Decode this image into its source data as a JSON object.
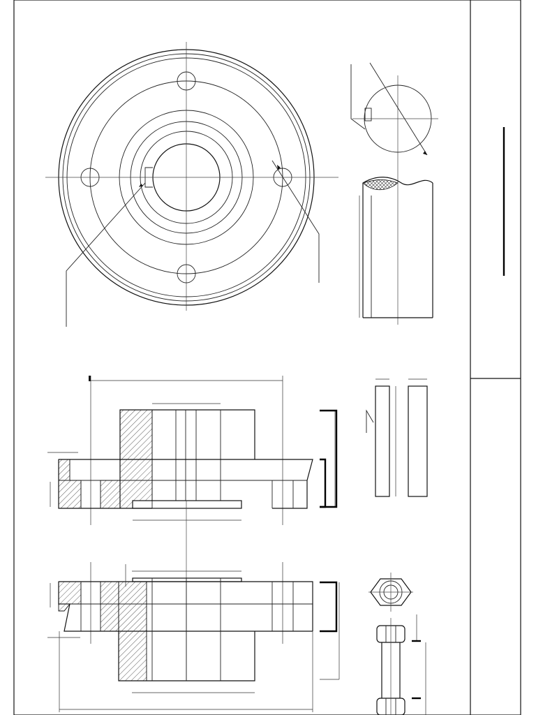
{
  "drawing": {
    "title": "",
    "views": [
      "flange-top-view",
      "key-detail",
      "shaft-detail",
      "flange-section-upper",
      "flange-section-lower",
      "key-side-views",
      "bolt-nut"
    ]
  },
  "colors": {
    "line": "#111111",
    "paper": "#ffffff",
    "hatch": "#333333"
  }
}
